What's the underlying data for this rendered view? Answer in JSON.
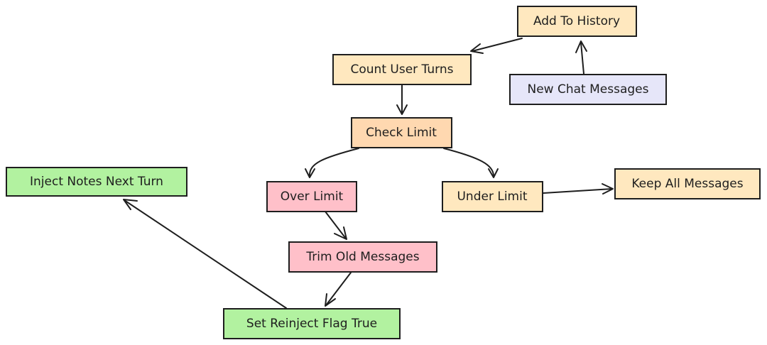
{
  "colors": {
    "peach": "#ffe8bf",
    "orange": "#ffd8b0",
    "lavender": "#e6e6f9",
    "pink": "#ffc0c9",
    "green": "#b2f2a0",
    "stroke": "#1e1e1e"
  },
  "nodes": {
    "add_to_history": {
      "label": "Add To History",
      "color": "peach"
    },
    "count_user_turns": {
      "label": "Count User Turns",
      "color": "peach"
    },
    "new_chat_messages": {
      "label": "New Chat Messages",
      "color": "lavender"
    },
    "check_limit": {
      "label": "Check Limit",
      "color": "orange"
    },
    "inject_notes_next_turn": {
      "label": "Inject Notes Next Turn",
      "color": "green"
    },
    "over_limit": {
      "label": "Over Limit",
      "color": "pink"
    },
    "under_limit": {
      "label": "Under Limit",
      "color": "peach"
    },
    "keep_all_messages": {
      "label": "Keep All Messages",
      "color": "peach"
    },
    "trim_old_messages": {
      "label": "Trim Old Messages",
      "color": "pink"
    },
    "set_reinject_flag_true": {
      "label": "Set Reinject Flag True",
      "color": "green"
    }
  },
  "edges": [
    {
      "from": "new_chat_messages",
      "to": "add_to_history"
    },
    {
      "from": "add_to_history",
      "to": "count_user_turns"
    },
    {
      "from": "count_user_turns",
      "to": "check_limit"
    },
    {
      "from": "check_limit",
      "to": "over_limit"
    },
    {
      "from": "check_limit",
      "to": "under_limit"
    },
    {
      "from": "under_limit",
      "to": "keep_all_messages"
    },
    {
      "from": "over_limit",
      "to": "trim_old_messages"
    },
    {
      "from": "trim_old_messages",
      "to": "set_reinject_flag_true"
    },
    {
      "from": "set_reinject_flag_true",
      "to": "inject_notes_next_turn"
    }
  ]
}
